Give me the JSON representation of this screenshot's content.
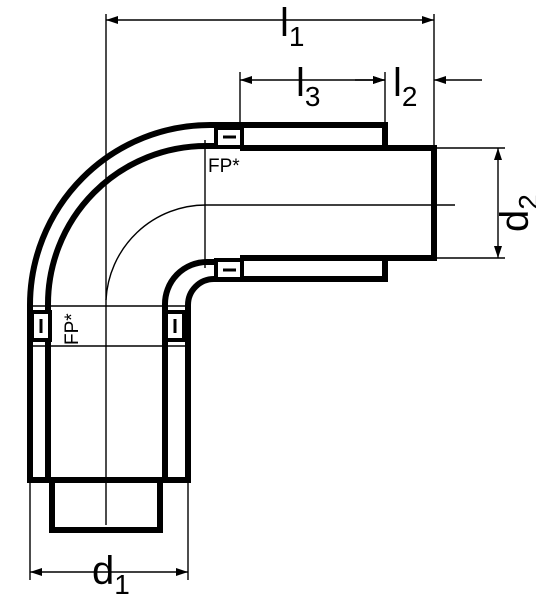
{
  "labels": {
    "l1": {
      "main": "l",
      "sub": "1"
    },
    "l2": {
      "main": "l",
      "sub": "2"
    },
    "l3": {
      "main": "l",
      "sub": "3"
    },
    "d1": {
      "main": "d",
      "sub": "1"
    },
    "d2": {
      "main": "d",
      "sub": "2"
    },
    "fp_horizontal": "FP*",
    "fp_vertical": "FP*"
  }
}
